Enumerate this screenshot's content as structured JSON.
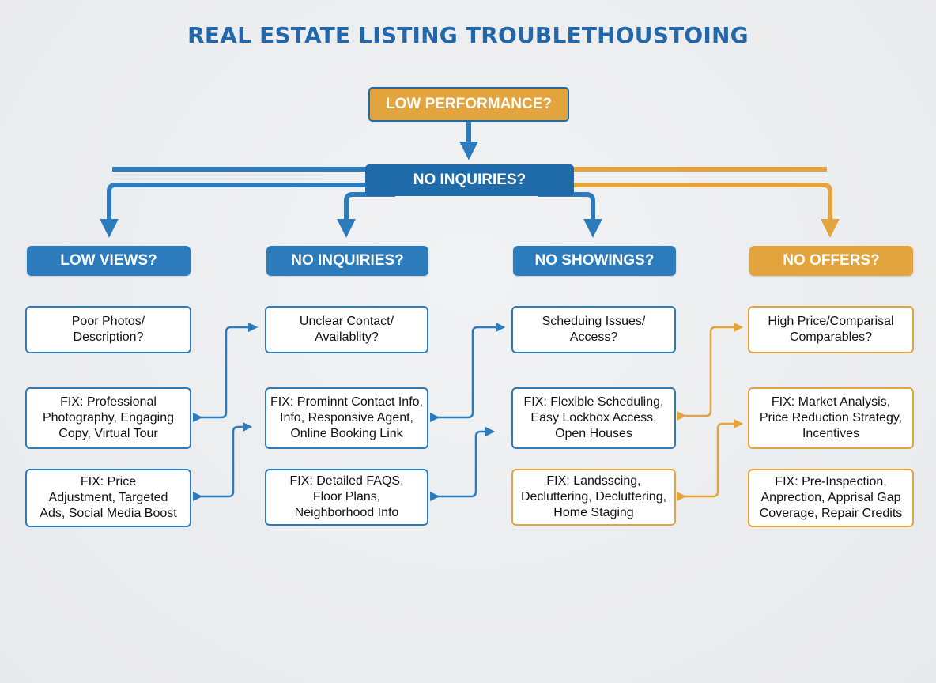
{
  "title": "REAL ESTATE LISTING TROUBLETHOUSTOING",
  "colors": {
    "blue": "#2b7bbd",
    "dark_blue": "#1f6aa8",
    "orange": "#e3a33d",
    "title": "#2467a8"
  },
  "root": "LOW PERFORMANCE?",
  "hub": "NO INQUIRIES?",
  "columns": [
    {
      "header": "LOW VIEWS?",
      "color": "blue",
      "question": "Poor Photos/\nDescription?",
      "fixes": [
        "FIX: Professional\nPhotography, Engaging\nCopy, Virtual Tour",
        "FIX: Price\nAdjustment, Targeted\nAds, Social Media Boost"
      ]
    },
    {
      "header": "NO INQUIRIES?",
      "color": "blue",
      "question": "Unclear Contact/\nAvailablity?",
      "fixes": [
        "FIX: Prominnt Contact Info,\nInfo, Responsive Agent,\nOnline Booking Link",
        "FIX: Detailed FAQS,\nFloor Plans,\nNeighborhood Info"
      ]
    },
    {
      "header": "NO SHOWINGS?",
      "color": "blue",
      "question": "Scheduing Issues/\nAccess?",
      "fixes": [
        "FIX: Flexible Scheduling,\nEasy Lockbox Access,\nOpen Houses",
        "FIX: Landsscing,\nDecluttering, Decluttering,\nHome Staging"
      ]
    },
    {
      "header": "NO OFFERS?",
      "color": "orange",
      "question": "High Price/Comparisal\nComparables?",
      "fixes": [
        "FIX: Market Analysis,\nPrice Reduction Strategy,\nIncentives",
        "FIX: Pre-Inspection,\nAnprection, Apprisal Gap\nCoverage, Repair Credits"
      ]
    }
  ]
}
